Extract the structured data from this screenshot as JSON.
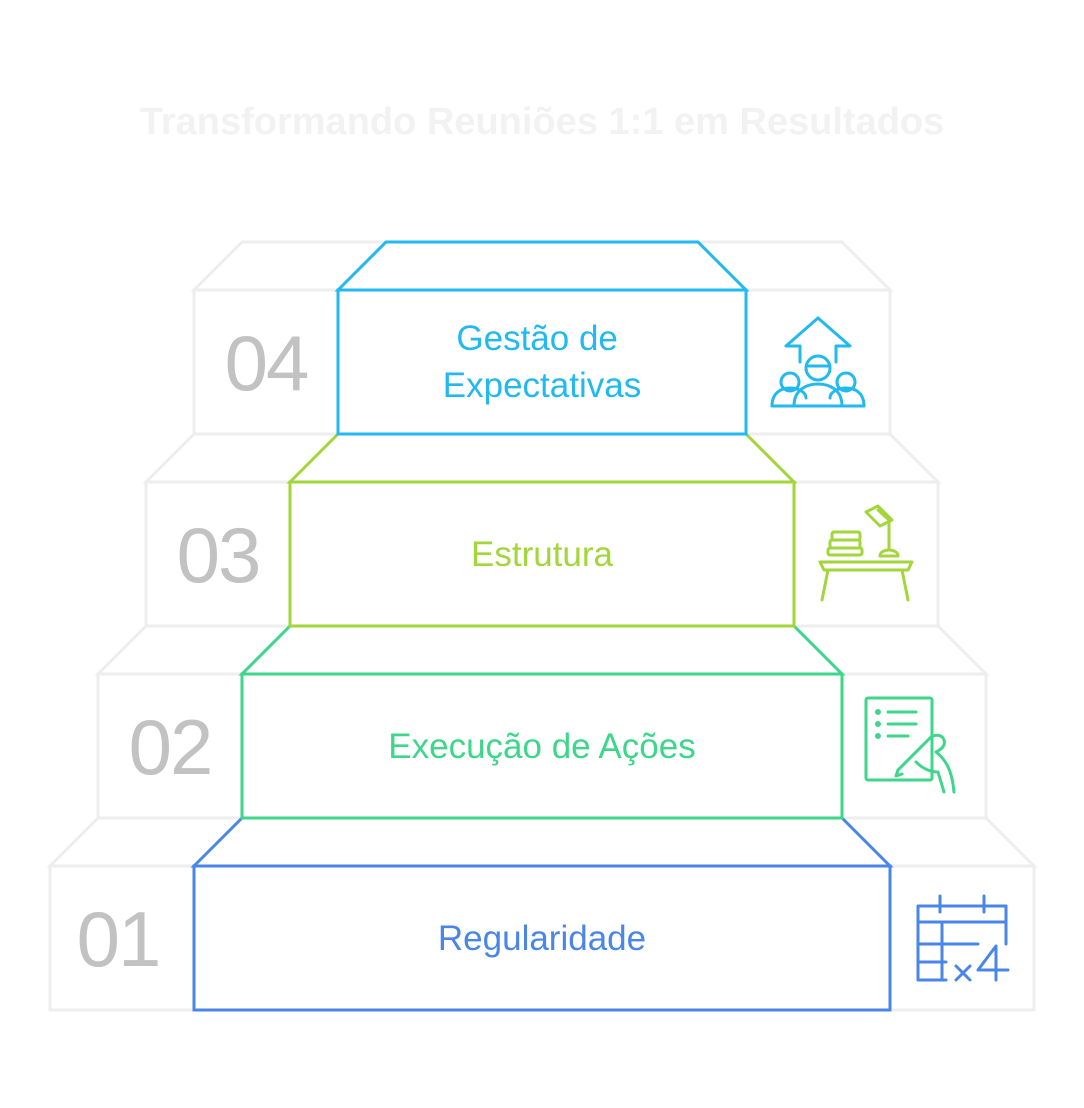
{
  "title": "Transformando Reuniões 1:1 em Resultados",
  "colors": {
    "step1": "#4a86e8",
    "step2": "#3ed68a",
    "step3": "#a2d63a",
    "step4": "#22b8f0",
    "ghost": "#eeeeee",
    "number": "#c2c2c2"
  },
  "steps": [
    {
      "number": "01",
      "label_lines": [
        "Regularidade"
      ],
      "icon": "calendar-x4-icon"
    },
    {
      "number": "02",
      "label_lines": [
        "Execução de Ações"
      ],
      "icon": "checklist-writing-hand-icon"
    },
    {
      "number": "03",
      "label_lines": [
        "Estrutura"
      ],
      "icon": "desk-lamp-books-icon"
    },
    {
      "number": "04",
      "label_lines": [
        "Gestão de",
        "Expectativas"
      ],
      "icon": "team-growth-arrow-icon"
    }
  ]
}
